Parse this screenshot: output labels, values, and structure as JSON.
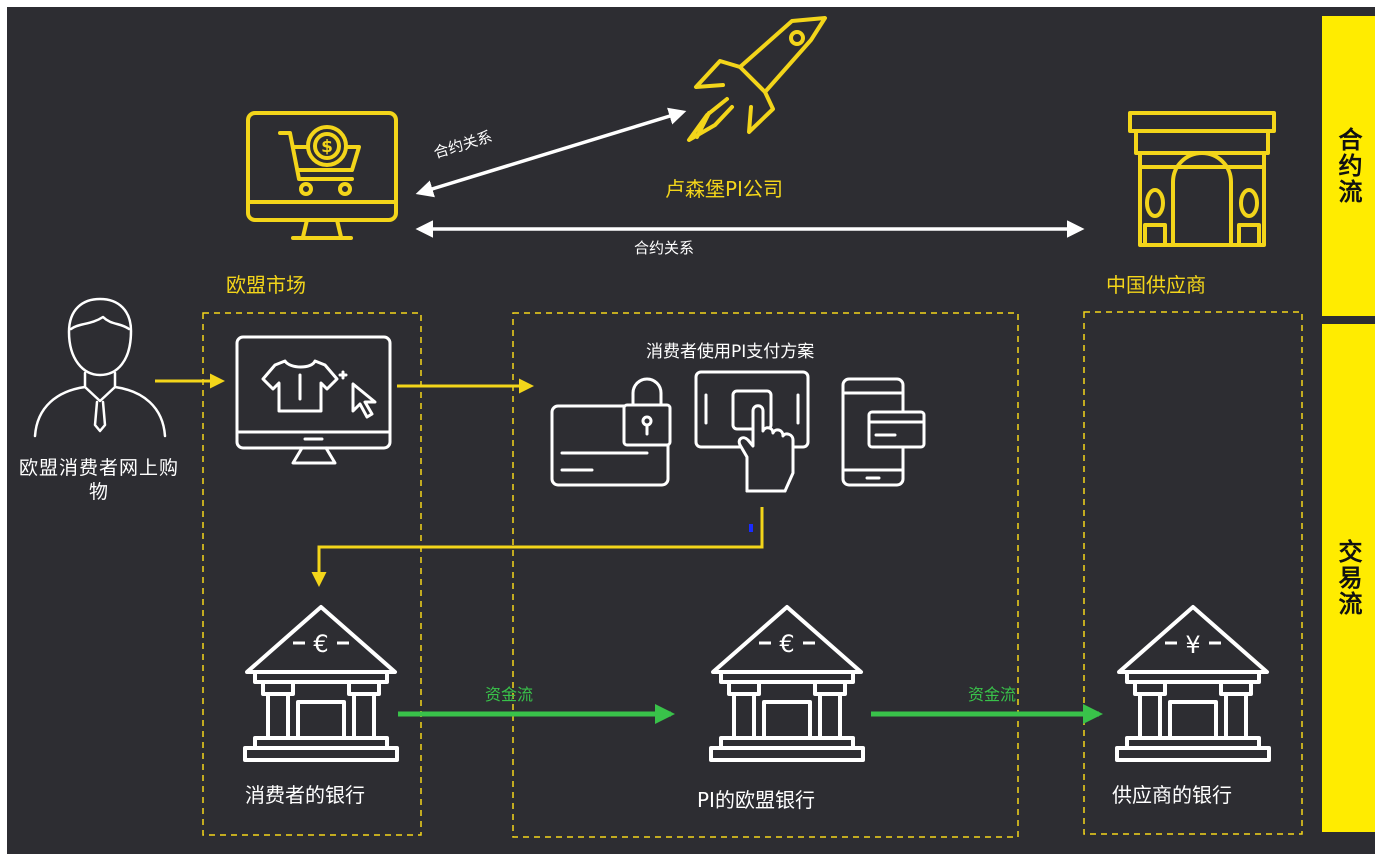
{
  "side_labels": {
    "contract_flow": "合约流",
    "transaction_flow": "交易流"
  },
  "entities": {
    "eu_market": "欧盟市场",
    "luxembourg_pi": "卢森堡PI公司",
    "china_supplier": "中国供应商",
    "eu_consumer": "欧盟消费者网上购物",
    "payment_plan": "消费者使用PI支付方案",
    "consumer_bank": "消费者的银行",
    "pi_eu_bank": "PI的欧盟银行",
    "supplier_bank": "供应商的银行"
  },
  "edges": {
    "contract_market_pi": "合约关系",
    "contract_market_supplier": "合约关系",
    "fund_flow_1": "资金流",
    "fund_flow_2": "资金流"
  },
  "icons": {
    "market": "monitor-shopping-cart-dollar-icon",
    "pi": "rocket-icon",
    "supplier": "triumphal-arch-icon",
    "consumer": "person-icon",
    "shop": "monitor-tshirt-cursor-icon",
    "card": "credit-card-lock-icon",
    "tablet": "tablet-touch-icon",
    "phone": "phone-card-icon",
    "bank_eur": "bank-euro-icon",
    "bank_cny": "bank-yuan-icon"
  },
  "colors": {
    "background": "#2d2d32",
    "yellow": "#f3d51a",
    "side_bar": "#ffec00",
    "white": "#ffffff",
    "green": "#39c24a"
  }
}
